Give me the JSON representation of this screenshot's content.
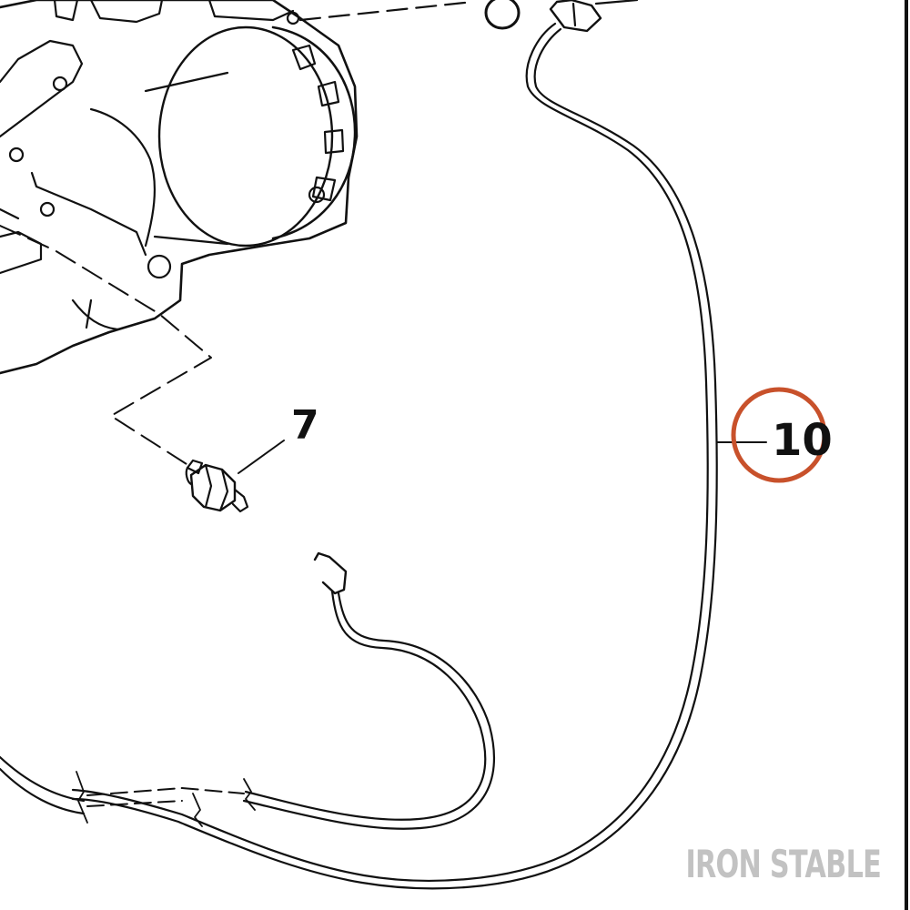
{
  "diagram": {
    "callouts": [
      {
        "label": "7",
        "highlighted": false
      },
      {
        "label": "10",
        "highlighted": true
      }
    ],
    "highlight_color": "#c8512b",
    "line_color": "#111111"
  },
  "watermark": {
    "text": "IRON STABLE"
  }
}
